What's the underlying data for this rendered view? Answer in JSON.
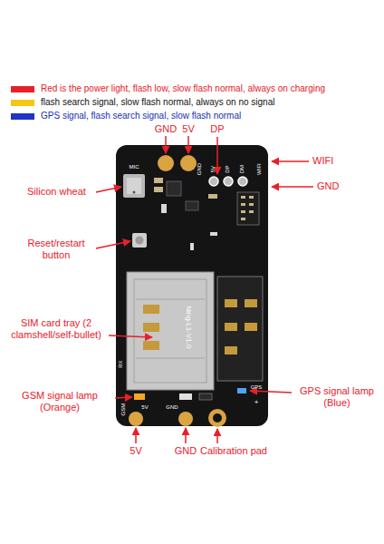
{
  "diagram": {
    "labels": [
      "GND",
      "5V",
      "DP",
      "WIFI",
      "MIC",
      "GND",
      "5V",
      "DP",
      "DM",
      "WIFI",
      "GND",
      "Silicon wheat",
      "Reset/restart button",
      "Ning-L1-V1.0",
      "SIM card tray (2 clamshell/self-bullet)",
      "RX",
      "GSM signal lamp (Orange)",
      "GSM",
      "5V",
      "GND",
      "GPS",
      "+",
      "GPS signal lamp (Blue)",
      "5V",
      "GND",
      "Calibration pad"
    ],
    "legend": [
      {
        "text": "Red is the power light, flash low, slow flash normal, always on charging",
        "color": "#e8202a"
      },
      {
        "text": "flash search signal, slow flash normal, always on no signal",
        "color": "#f5c518"
      },
      {
        "text": "GPS signal, flash search signal, slow flash normal",
        "color": "#2233cc"
      }
    ]
  }
}
